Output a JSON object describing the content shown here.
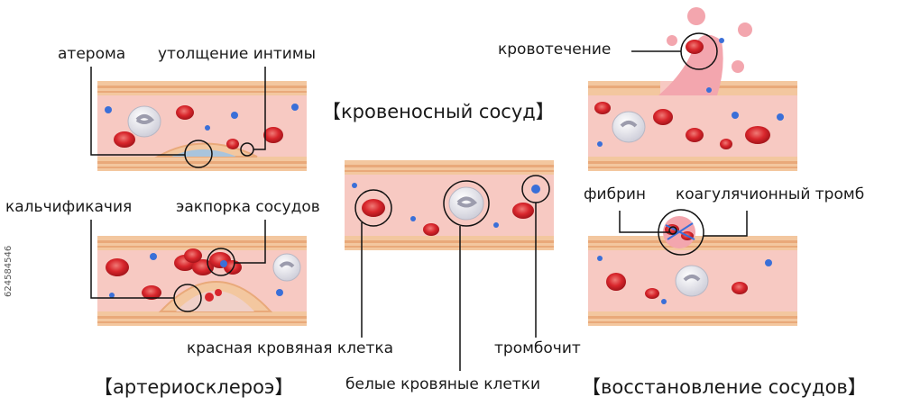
{
  "titles": {
    "blood_vessel": "【кровеносный сосуд】",
    "arteriosclerosis": "【артериосклероэ】",
    "vessel_repair": "【восстановление сосудов】"
  },
  "labels": {
    "atheroma": "атерома",
    "intimal_thickening": "утолщение интимы",
    "calcification": "кальчификачия",
    "occlusion": "эакпорка сосудов",
    "red_cell": "красная кровяная клетка",
    "white_cells": "белые кровяные клетки",
    "platelet": "тромбочит",
    "bleeding": "кровотечение",
    "fibrin": "фибрин",
    "thrombus": "коагулячионный тромб"
  },
  "stock_id": "624584546",
  "colors": {
    "vessel_wall": "#f3c79f",
    "wall_stripe": "#e9a97a",
    "lumen": "#f7c9c2",
    "red_cell": "#d8262c",
    "white_cell": "#e9e9ef",
    "platelet": "#3a6fd8",
    "plaque": "#a9c4dc"
  }
}
